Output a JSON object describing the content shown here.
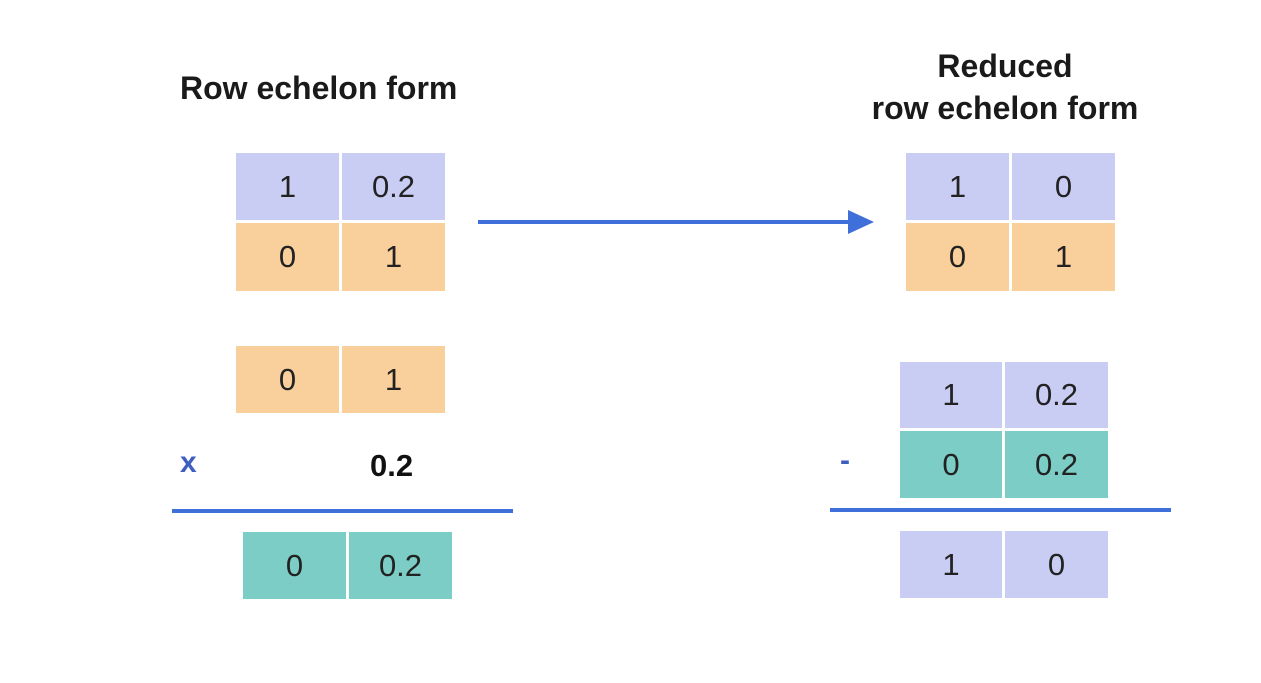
{
  "left": {
    "title": "Row echelon form",
    "matrix": [
      [
        "1",
        "0.2"
      ],
      [
        "0",
        "1"
      ]
    ],
    "calc": {
      "row": [
        "0",
        "1"
      ],
      "operator": "x",
      "scalar": "0.2",
      "result": [
        "0",
        "0.2"
      ]
    }
  },
  "right": {
    "title_line1": "Reduced",
    "title_line2": "row echelon form",
    "matrix": [
      [
        "1",
        "0"
      ],
      [
        "0",
        "1"
      ]
    ],
    "calc": {
      "row": [
        "1",
        "0.2"
      ],
      "operator": "-",
      "subtrahend": [
        "0",
        "0.2"
      ],
      "result": [
        "1",
        "0"
      ]
    }
  },
  "colors": {
    "blue": "#c9cdf3",
    "orange": "#f9cf9b",
    "teal": "#7ccdc6",
    "accent": "#3f6fd8"
  }
}
